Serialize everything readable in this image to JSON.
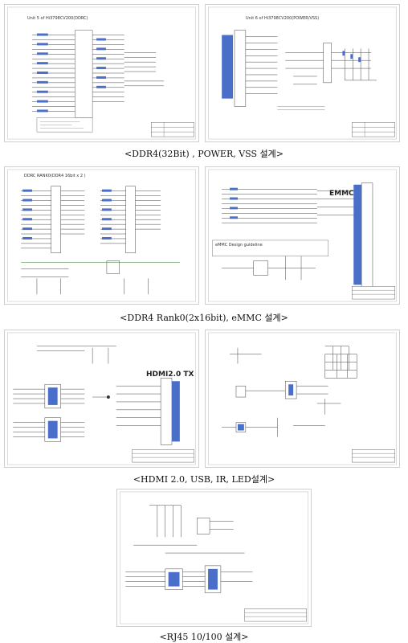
{
  "row1": {
    "left_title": "Unit 5 of Hi3798CV200(DDRC)",
    "right_title": "Unit 6 of Hi3798CV200(POWER/VSS)",
    "caption": "<DDR4(32Bit) , POWER, VSS 설계>"
  },
  "row2": {
    "left_title": "DDRC RANK0(DDR4 16bit x 2 )",
    "right_heading": "EMMC",
    "right_note": "eMMC Design guideline",
    "caption": "<DDR4 Rank0(2x16bit), eMMC 설계>"
  },
  "row3": {
    "left_heading": "HDMI2.0 TX",
    "caption": "<HDMI 2.0, USB, IR, LED설계>"
  },
  "row4": {
    "caption": "<RJ45 10/100 설계>"
  }
}
